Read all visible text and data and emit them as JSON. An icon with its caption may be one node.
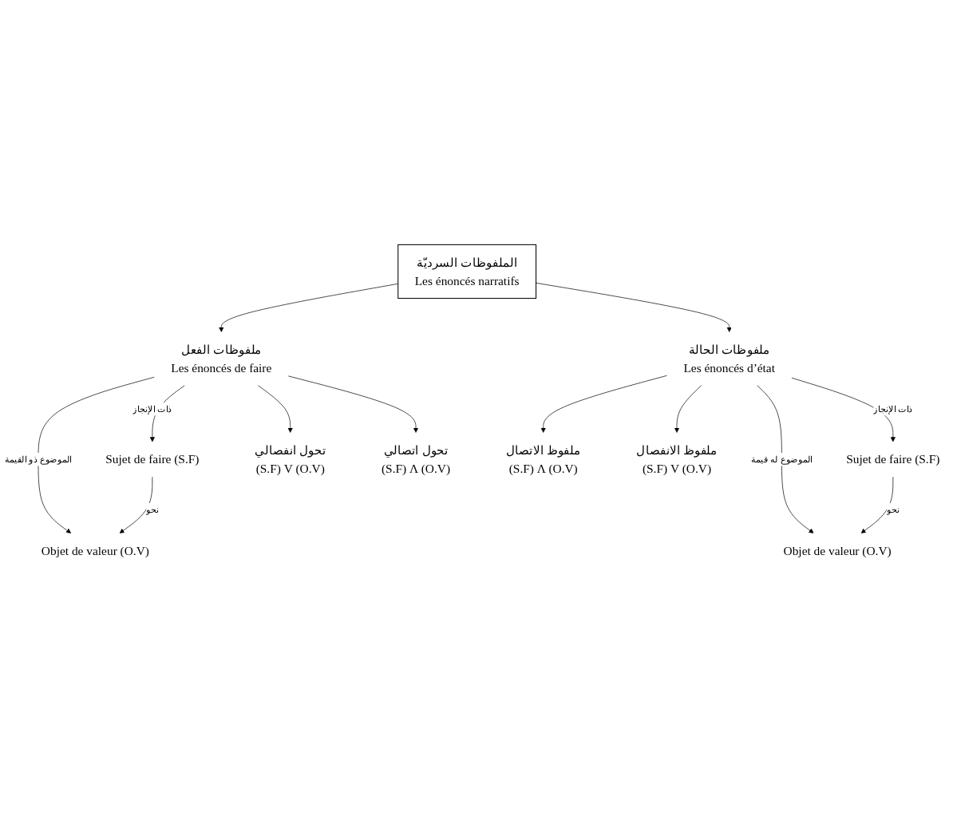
{
  "diagram": {
    "nodes": [
      {
        "text": [
          "الملفوظات السرديّة",
          "Les énoncés narratifs"
        ]
      },
      {
        "text": [
          "ملفوظات الفعل",
          "Les énoncés de faire"
        ]
      },
      {
        "text": [
          "ملفوظات الحالة",
          "Les énoncés d’état"
        ]
      },
      {
        "text": [
          "Objet de valeur (O.V)"
        ]
      },
      {
        "text": [
          "Sujet de faire (S.F)"
        ]
      },
      {
        "text": [
          "Objet de valeur (O.V)"
        ]
      },
      {
        "text": [
          "Sujet de faire (S.F)"
        ]
      },
      {
        "text": [
          "تحول انفصالي",
          "(S.F) V (O.V)"
        ]
      },
      {
        "text": [
          "تحول اتصالي",
          "(S.F) Λ (O.V)"
        ]
      },
      {
        "text": [
          "ملفوظ الاتصال",
          "(S.F) Λ (O.V)"
        ]
      },
      {
        "text": [
          "ملفوظ الانفصال",
          "(S.F) V (O.V)"
        ]
      }
    ],
    "edges": [
      {
        "from": 0,
        "to": 1,
        "arrow": "to"
      },
      {
        "from": 0,
        "to": 2,
        "arrow": "to"
      },
      {
        "from": 1,
        "to": 3,
        "arrow": "to",
        "label": "الموضوع ذو القيمة"
      },
      {
        "from": 1,
        "to": 4,
        "arrow": "to",
        "label": "ذات الإنجاز"
      },
      {
        "from": 4,
        "to": 3,
        "arrow": "to",
        "label": "نحو"
      },
      {
        "from": 2,
        "to": 5,
        "arrow": "to",
        "label": "الموضوع له قيمة"
      },
      {
        "from": 2,
        "to": 6,
        "arrow": "to",
        "label": "ذات الإنجاز"
      },
      {
        "from": 6,
        "to": 5,
        "arrow": "to",
        "label": "نحو"
      },
      {
        "from": 1,
        "to": 7,
        "arrow": "to"
      },
      {
        "from": 1,
        "to": 8,
        "arrow": "to"
      },
      {
        "from": 2,
        "to": 9,
        "arrow": "to"
      },
      {
        "from": 2,
        "to": 10,
        "arrow": "to"
      }
    ]
  }
}
